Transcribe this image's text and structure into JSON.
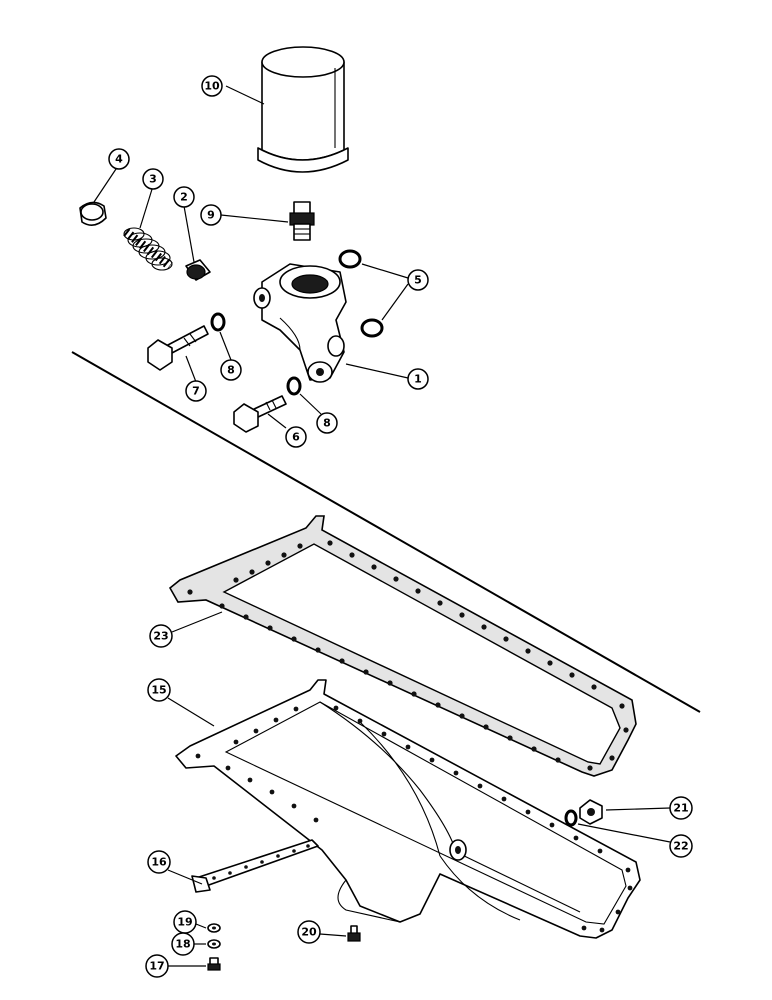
{
  "callouts": [
    {
      "id": "1",
      "label": "1"
    },
    {
      "id": "2",
      "label": "2"
    },
    {
      "id": "3",
      "label": "3"
    },
    {
      "id": "4",
      "label": "4"
    },
    {
      "id": "5",
      "label": "5"
    },
    {
      "id": "6",
      "label": "6"
    },
    {
      "id": "7",
      "label": "7"
    },
    {
      "id": "8a",
      "label": "8"
    },
    {
      "id": "8b",
      "label": "8"
    },
    {
      "id": "9",
      "label": "9"
    },
    {
      "id": "10",
      "label": "10"
    },
    {
      "id": "15",
      "label": "15"
    },
    {
      "id": "16",
      "label": "16"
    },
    {
      "id": "17",
      "label": "17"
    },
    {
      "id": "18",
      "label": "18"
    },
    {
      "id": "19",
      "label": "19"
    },
    {
      "id": "20",
      "label": "20"
    },
    {
      "id": "21",
      "label": "21"
    },
    {
      "id": "22",
      "label": "22"
    },
    {
      "id": "23",
      "label": "23"
    }
  ]
}
